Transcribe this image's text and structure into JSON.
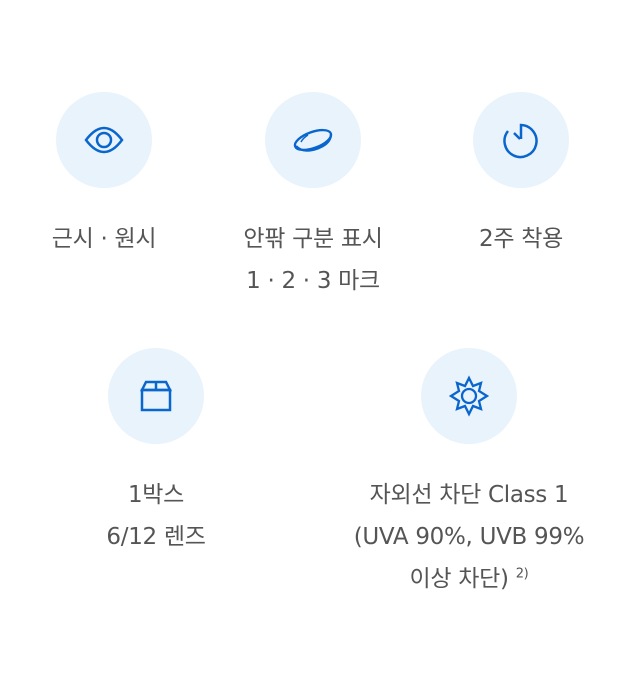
{
  "accent_color": "#0a66cc",
  "circle_color": "#e8f3fc",
  "features": [
    {
      "icon": "eye-icon",
      "lines": [
        "근시 · 원시"
      ]
    },
    {
      "icon": "contact-lens-icon",
      "lines": [
        "안팎 구분 표시",
        "1 · 2 · 3 마크"
      ]
    },
    {
      "icon": "timer-icon",
      "lines": [
        "2주 착용"
      ]
    },
    {
      "icon": "box-icon",
      "lines": [
        "1박스",
        "6/12 렌즈"
      ]
    },
    {
      "icon": "sun-icon",
      "lines": [
        "자외선 차단 Class 1",
        "(UVA 90%, UVB 99%",
        "이상 차단)"
      ],
      "footnote": "2)"
    }
  ]
}
